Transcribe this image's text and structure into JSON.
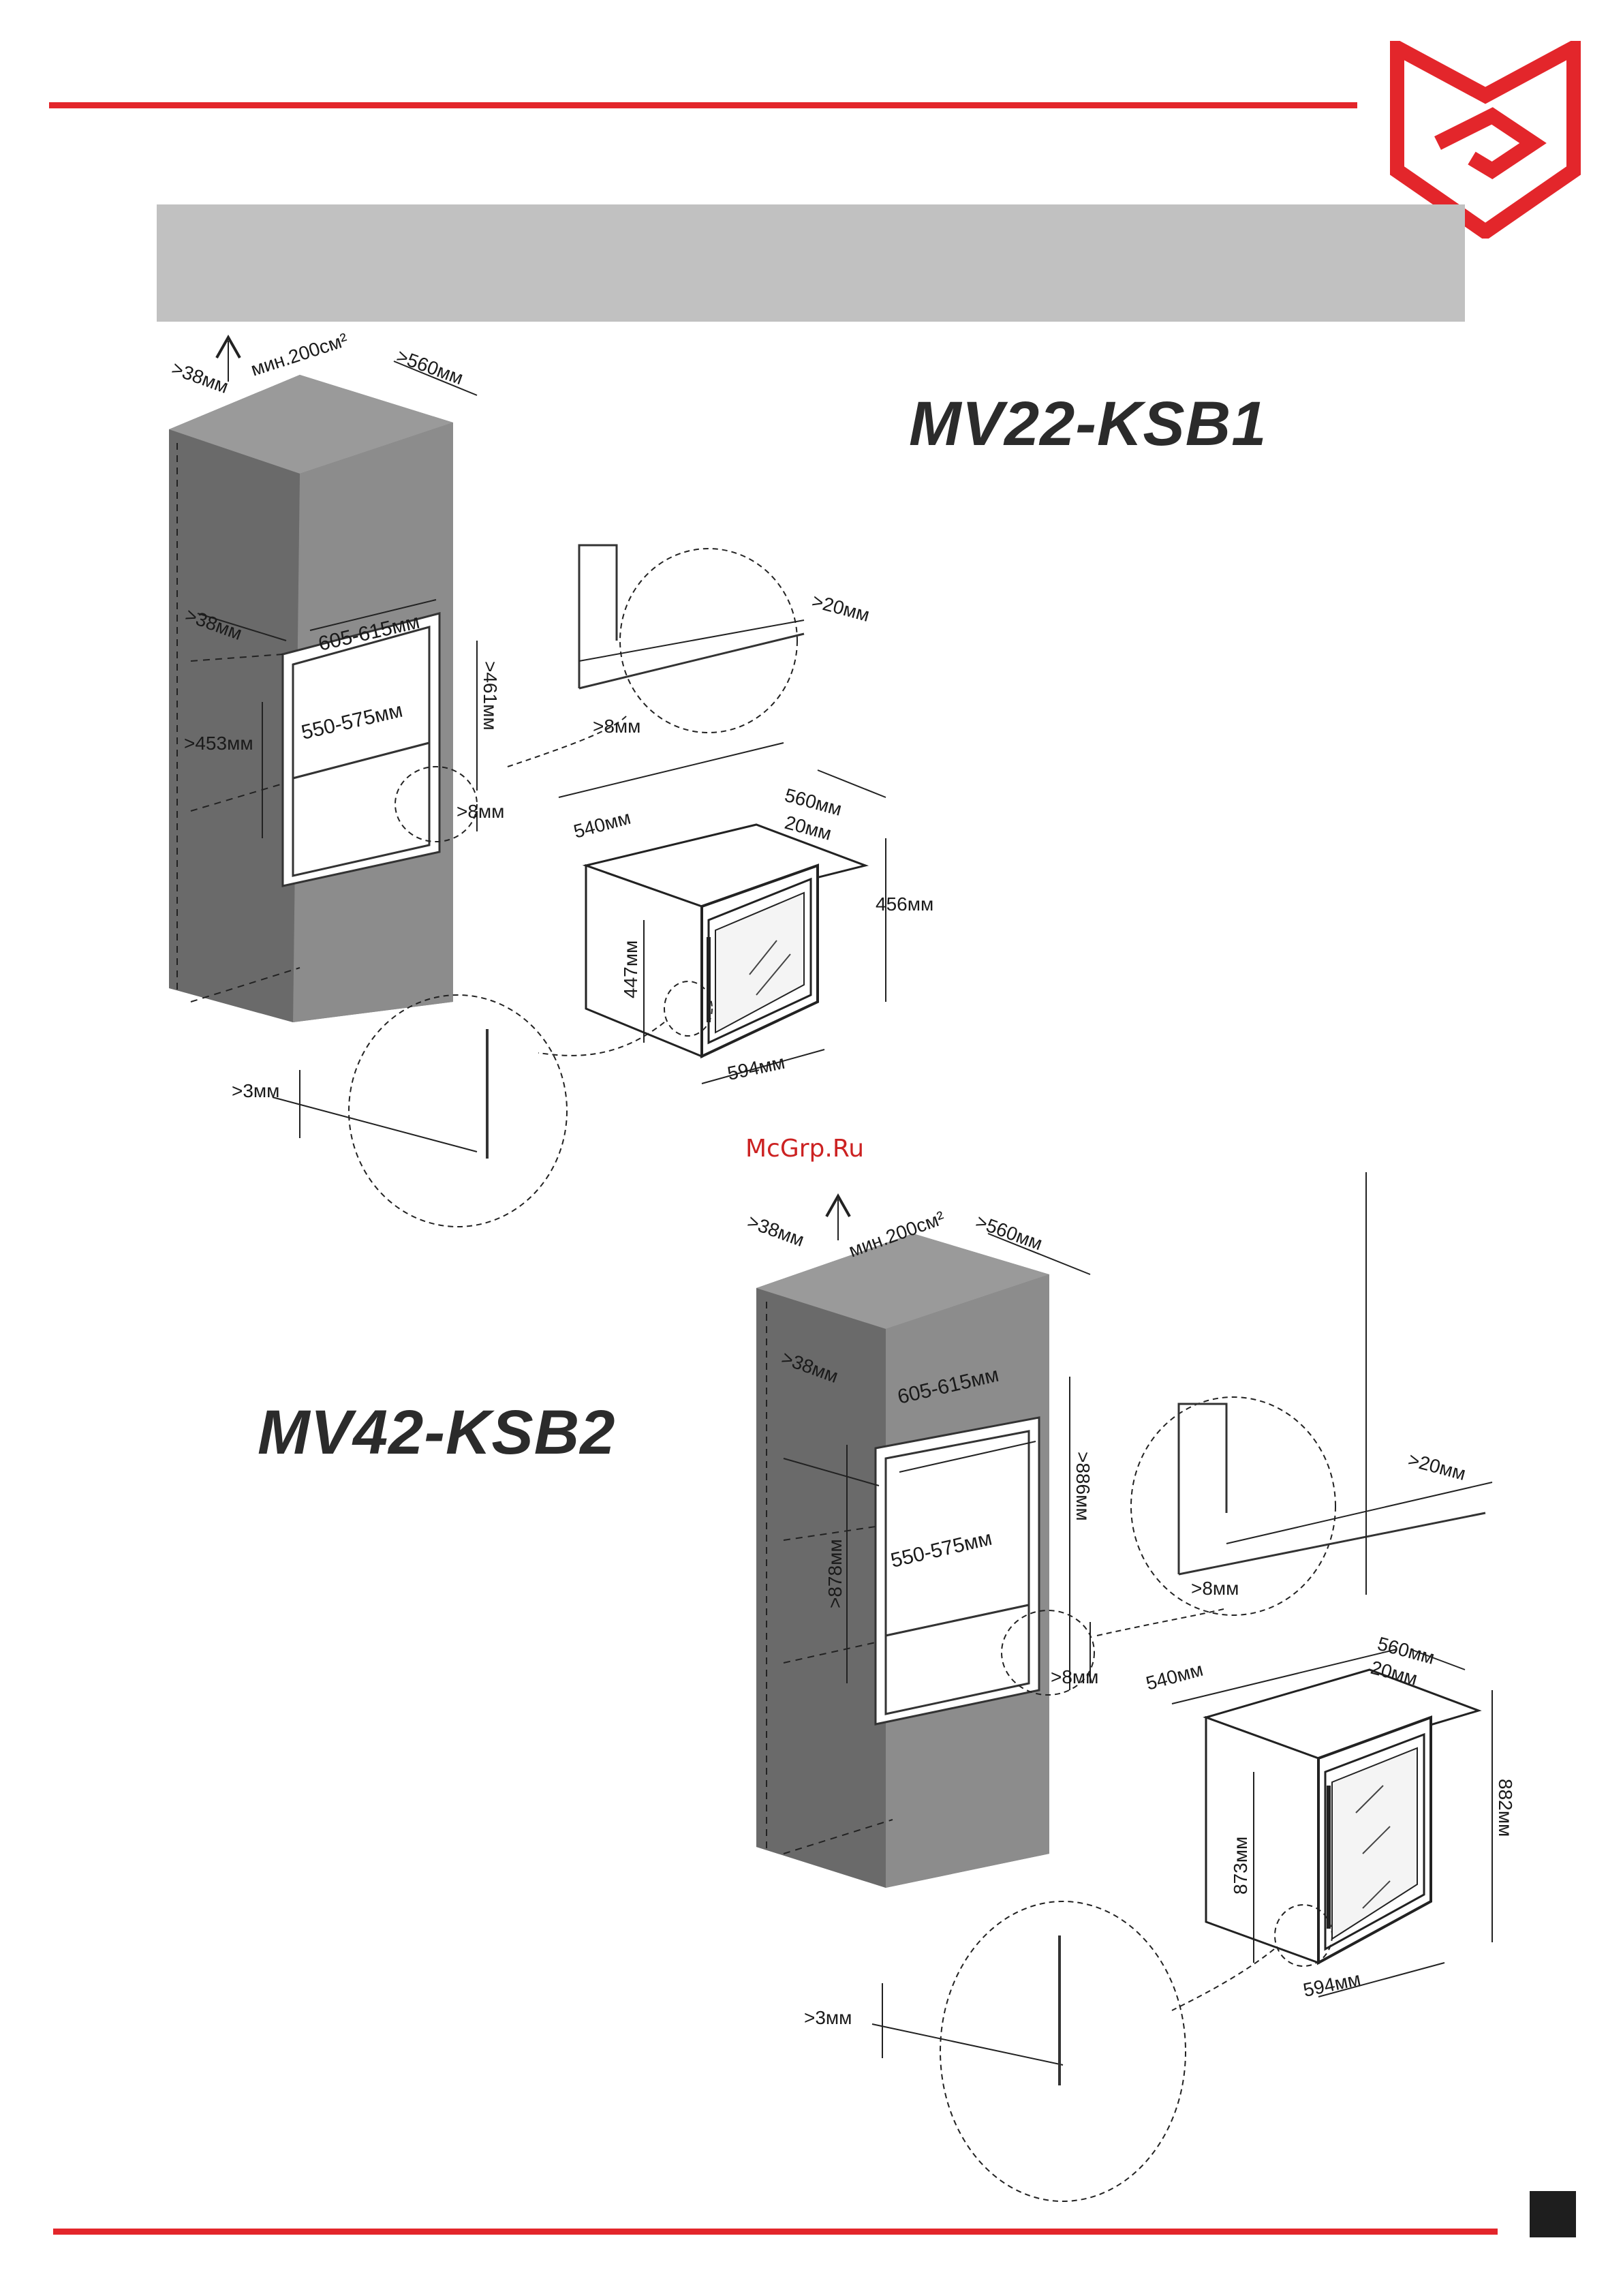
{
  "brand": {
    "accent": "#e3262b",
    "logo": "brand-logo"
  },
  "header": {
    "band_color": "#c1c1c1"
  },
  "watermark": "McGrp.Ru",
  "diagram1": {
    "model": "MV22-KSB1",
    "labels": {
      "gap_top": ">38мм",
      "vent": "мин.200см²",
      "depth": ">560мм",
      "gap_mid": ">38мм",
      "width_outer": "605-615мм",
      "height_niche": ">461мм",
      "width_inner": "550-575мм",
      "height_inner": ">453мм",
      "gap_bottom": ">8мм",
      "detail_gap_right": ">20мм",
      "detail_gap_left": ">8мм",
      "app_depth": "540мм",
      "app_depth_total": "560мм",
      "app_door": "20мм",
      "app_height_total": "456мм",
      "app_height_body": "447мм",
      "app_width": "594мм",
      "detail_bottom": ">3мм"
    }
  },
  "diagram2": {
    "model": "MV42-KSB2",
    "labels": {
      "gap_top": ">38мм",
      "vent": "мин.200см²",
      "depth": ">560мм",
      "gap_mid": ">38мм",
      "width_outer": "605-615мм",
      "height_niche": ">886мм",
      "width_inner": "550-575мм",
      "height_inner": ">878мм",
      "gap_bottom": ">8мм",
      "detail_gap_right": ">20мм",
      "detail_gap_left": ">8мм",
      "app_depth": "540мм",
      "app_depth_total": "560мм",
      "app_door": "20мм",
      "app_height_total": "882мм",
      "app_height_body": "873мм",
      "app_width": "594мм",
      "detail_bottom": ">3мм"
    }
  }
}
